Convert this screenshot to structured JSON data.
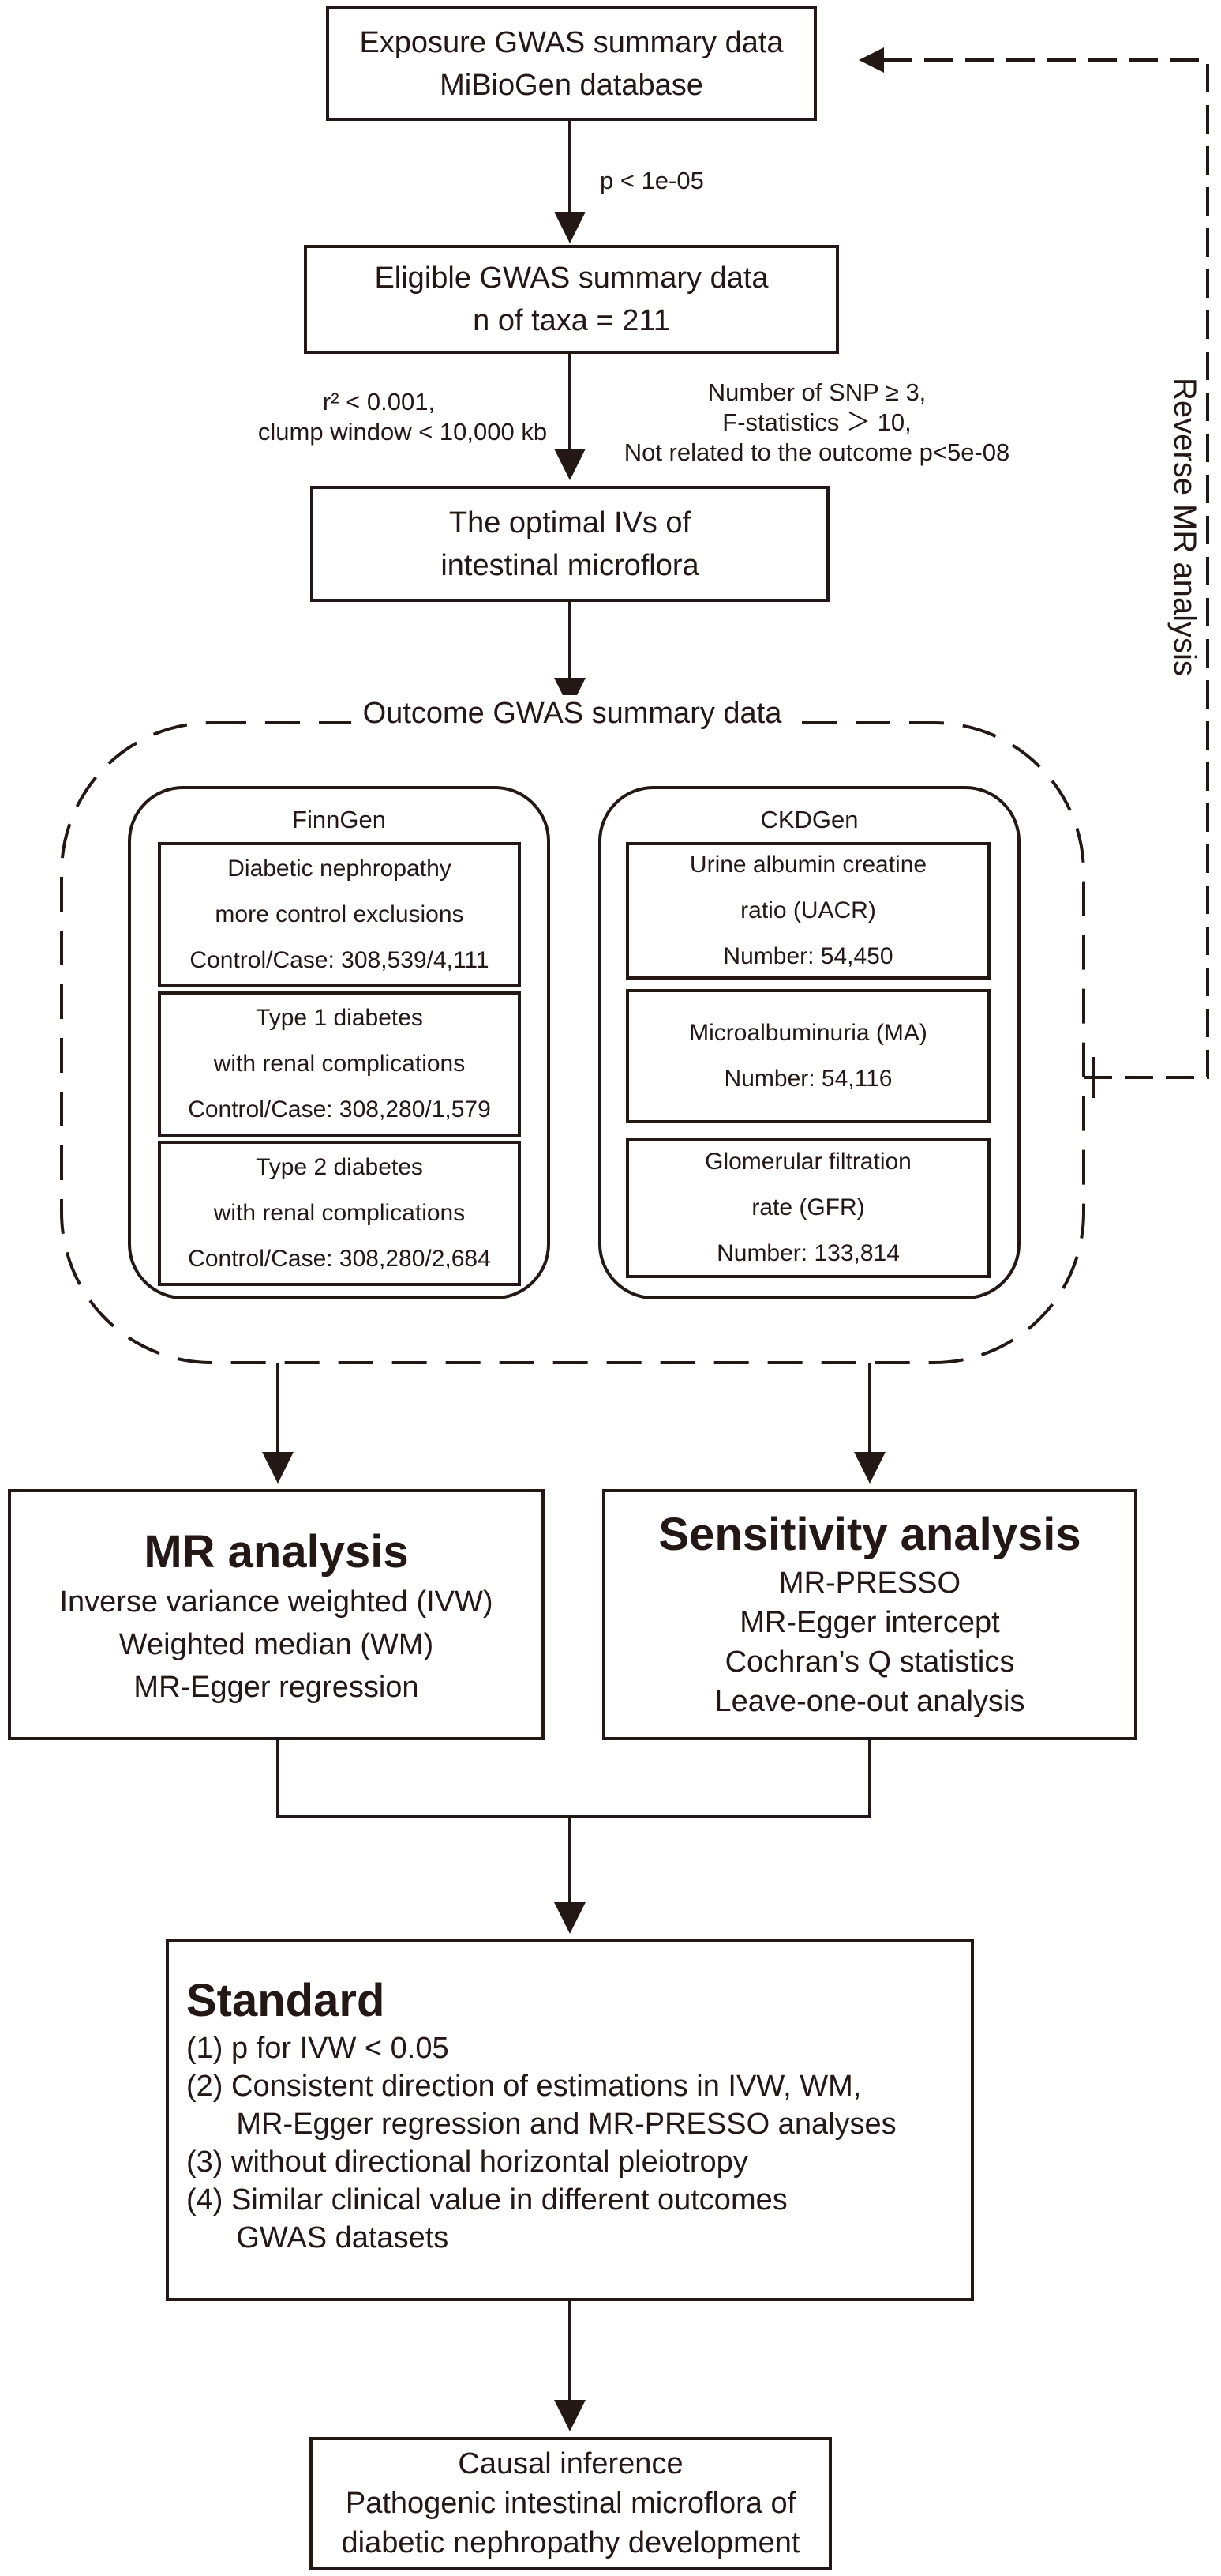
{
  "exposure": {
    "line1": "Exposure GWAS summary data",
    "line2": "MiBioGen database"
  },
  "threshold_label": "p < 1e-05",
  "eligible": {
    "line1": "Eligible GWAS summary data",
    "line2": "n of taxa = 211"
  },
  "clump_label": {
    "line1": "r² < 0.001,",
    "line2": "clump window < 10,000 kb"
  },
  "snp_label": {
    "line1": "Number of SNP ≥ 3,",
    "line2": "F-statistics ＞ 10,",
    "line3": "Not related to the outcome p<5e-08"
  },
  "optimal": {
    "line1": "The optimal IVs of",
    "line2": "intestinal microflora"
  },
  "reverse_label": "Reverse MR analysis",
  "outcome": {
    "title": "Outcome GWAS summary data",
    "finngen": {
      "title": "FinnGen",
      "items": [
        {
          "l1": "Diabetic nephropathy",
          "l2": "more control exclusions",
          "l3": "Control/Case: 308,539/4,111"
        },
        {
          "l1": "Type 1 diabetes",
          "l2": "with renal complications",
          "l3": "Control/Case: 308,280/1,579"
        },
        {
          "l1": "Type 2 diabetes",
          "l2": "with renal complications",
          "l3": "Control/Case: 308,280/2,684"
        }
      ]
    },
    "ckdgen": {
      "title": "CKDGen",
      "items": [
        {
          "l1": "Urine albumin creatine",
          "l2": "ratio (UACR)",
          "l3": "Number: 54,450"
        },
        {
          "l1": "Microalbuminuria (MA)",
          "l2": "Number: 54,116"
        },
        {
          "l1": "Glomerular filtration",
          "l2": "rate (GFR)",
          "l3": "Number: 133,814"
        }
      ]
    }
  },
  "mr_analysis": {
    "title": "MR analysis",
    "items": [
      "Inverse variance weighted (IVW)",
      "Weighted median (WM)",
      "MR-Egger regression"
    ]
  },
  "sensitivity": {
    "title": "Sensitivity analysis",
    "items": [
      "MR-PRESSO",
      "MR-Egger intercept",
      "Cochran’s Q statistics",
      "Leave-one-out analysis"
    ]
  },
  "standard": {
    "title": "Standard",
    "lines": [
      "(1) p for IVW < 0.05",
      "(2) Consistent direction of estimations in IVW, WM,",
      "      MR-Egger regression and MR-PRESSO analyses",
      "(3) without directional horizontal pleiotropy",
      "(4) Similar clinical value in different outcomes",
      "      GWAS datasets"
    ]
  },
  "causal": {
    "line1": "Causal inference",
    "line2": "Pathogenic intestinal microflora of",
    "line3": "diabetic nephropathy development"
  },
  "colors": {
    "ink": "#231815",
    "background": "#ffffff"
  }
}
